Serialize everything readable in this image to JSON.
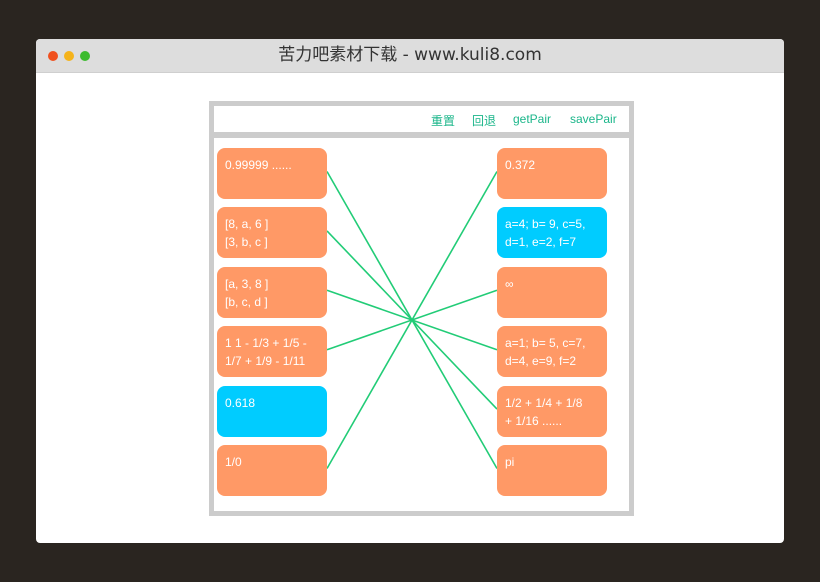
{
  "window": {
    "title": "苦力吧素材下载 - www.kuli8.com"
  },
  "toolbar": {
    "reset": "重置",
    "undo": "回退",
    "getpair": "getPair",
    "savepair": "savePair"
  },
  "left": [
    {
      "text": "0.99999 ......",
      "color": "#ff9966"
    },
    {
      "text": "[8, a, 6 ]\n[3, b, c ]",
      "color": "#ff9966"
    },
    {
      "text": "[a, 3, 8 ]\n[b, c, d ]",
      "color": "#ff9966"
    },
    {
      "text": "1 1 - 1/3 + 1/5 -\n1/7 + 1/9 - 1/11",
      "color": "#ff9966"
    },
    {
      "text": "0.618",
      "color": "#00ccff"
    },
    {
      "text": "1/0",
      "color": "#ff9966"
    }
  ],
  "right": [
    {
      "text": "0.372",
      "color": "#ff9966"
    },
    {
      "text": "a=4; b= 9, c=5,\nd=1, e=2, f=7",
      "color": "#00ccff"
    },
    {
      "text": "∞",
      "color": "#ff9966"
    },
    {
      "text": "a=1; b= 5, c=7,\nd=4, e=9, f=2",
      "color": "#ff9966"
    },
    {
      "text": "1/2 + 1/4 + 1/8\n+ 1/16 ......",
      "color": "#ff9966"
    },
    {
      "text": "pi",
      "color": "#ff9966"
    }
  ],
  "pairs": [
    [
      0,
      5
    ],
    [
      1,
      4
    ],
    [
      2,
      3
    ],
    [
      3,
      2
    ],
    [
      5,
      0
    ]
  ],
  "line_color": "#22cc77"
}
